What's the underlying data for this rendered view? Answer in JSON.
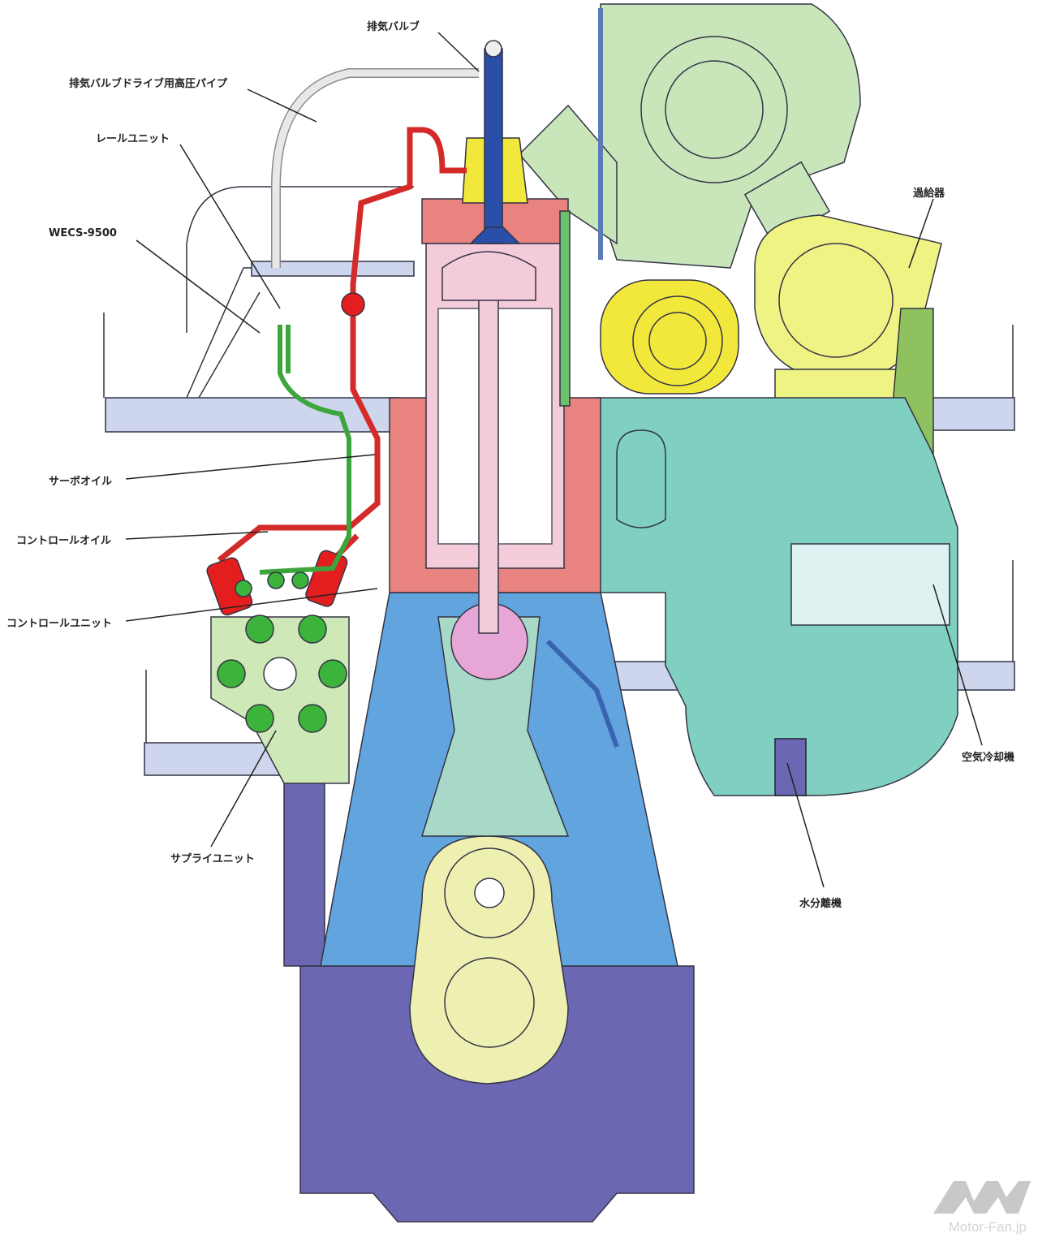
{
  "labels": {
    "exhaust_valve": "排気バルブ",
    "hp_pipe": "排気バルブドライブ用高圧パイプ",
    "rail_unit": "レールユニット",
    "wecs": "WECS-9500",
    "turbocharger": "過給器",
    "servo_oil": "サーボオイル",
    "control_oil": "コントロールオイル",
    "control_unit": "コントロールユニット",
    "air_cooler": "空気冷却機",
    "supply_unit": "サプライユニット",
    "water_separator": "水分離機"
  },
  "watermark": {
    "text": "Motor-Fan.jp"
  },
  "colors": {
    "bedplate": "#6b67b2",
    "frame": "#62a4de",
    "cylinder_block": "#e8837f",
    "liner": "#f3cbd9",
    "crank": "#eef0b2",
    "scavenge_receiver": "#7fd0c0",
    "turbocharger": "#c9e6bb",
    "compressor": "#eef383",
    "aux_blower": "#f2e83c",
    "platform": "#cdd6ec",
    "supply_unit": "#cfe8b8",
    "servo_pipe": "#d42a2a",
    "control_pipe": "#3ca63c"
  }
}
